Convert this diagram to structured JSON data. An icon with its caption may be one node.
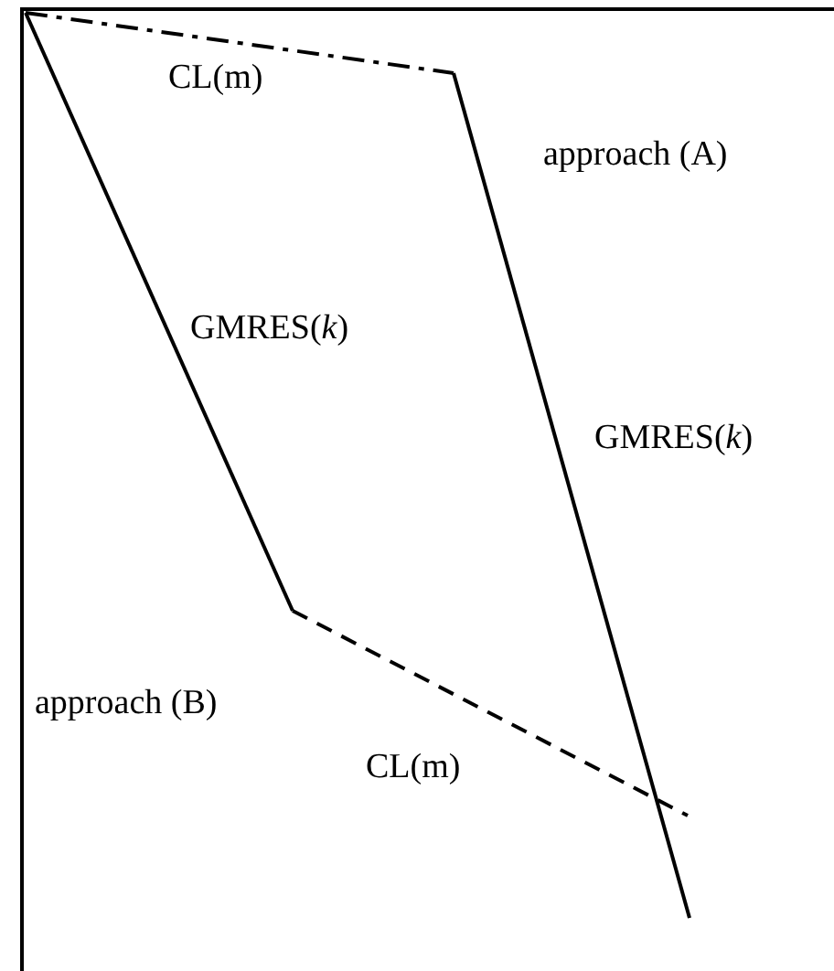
{
  "diagram": {
    "labels": [
      "CL(m)",
      "approach (A)",
      "GMRES(*k*)",
      "GMRES(*k*)",
      "approach (B)",
      "CL(m)"
    ]
  }
}
